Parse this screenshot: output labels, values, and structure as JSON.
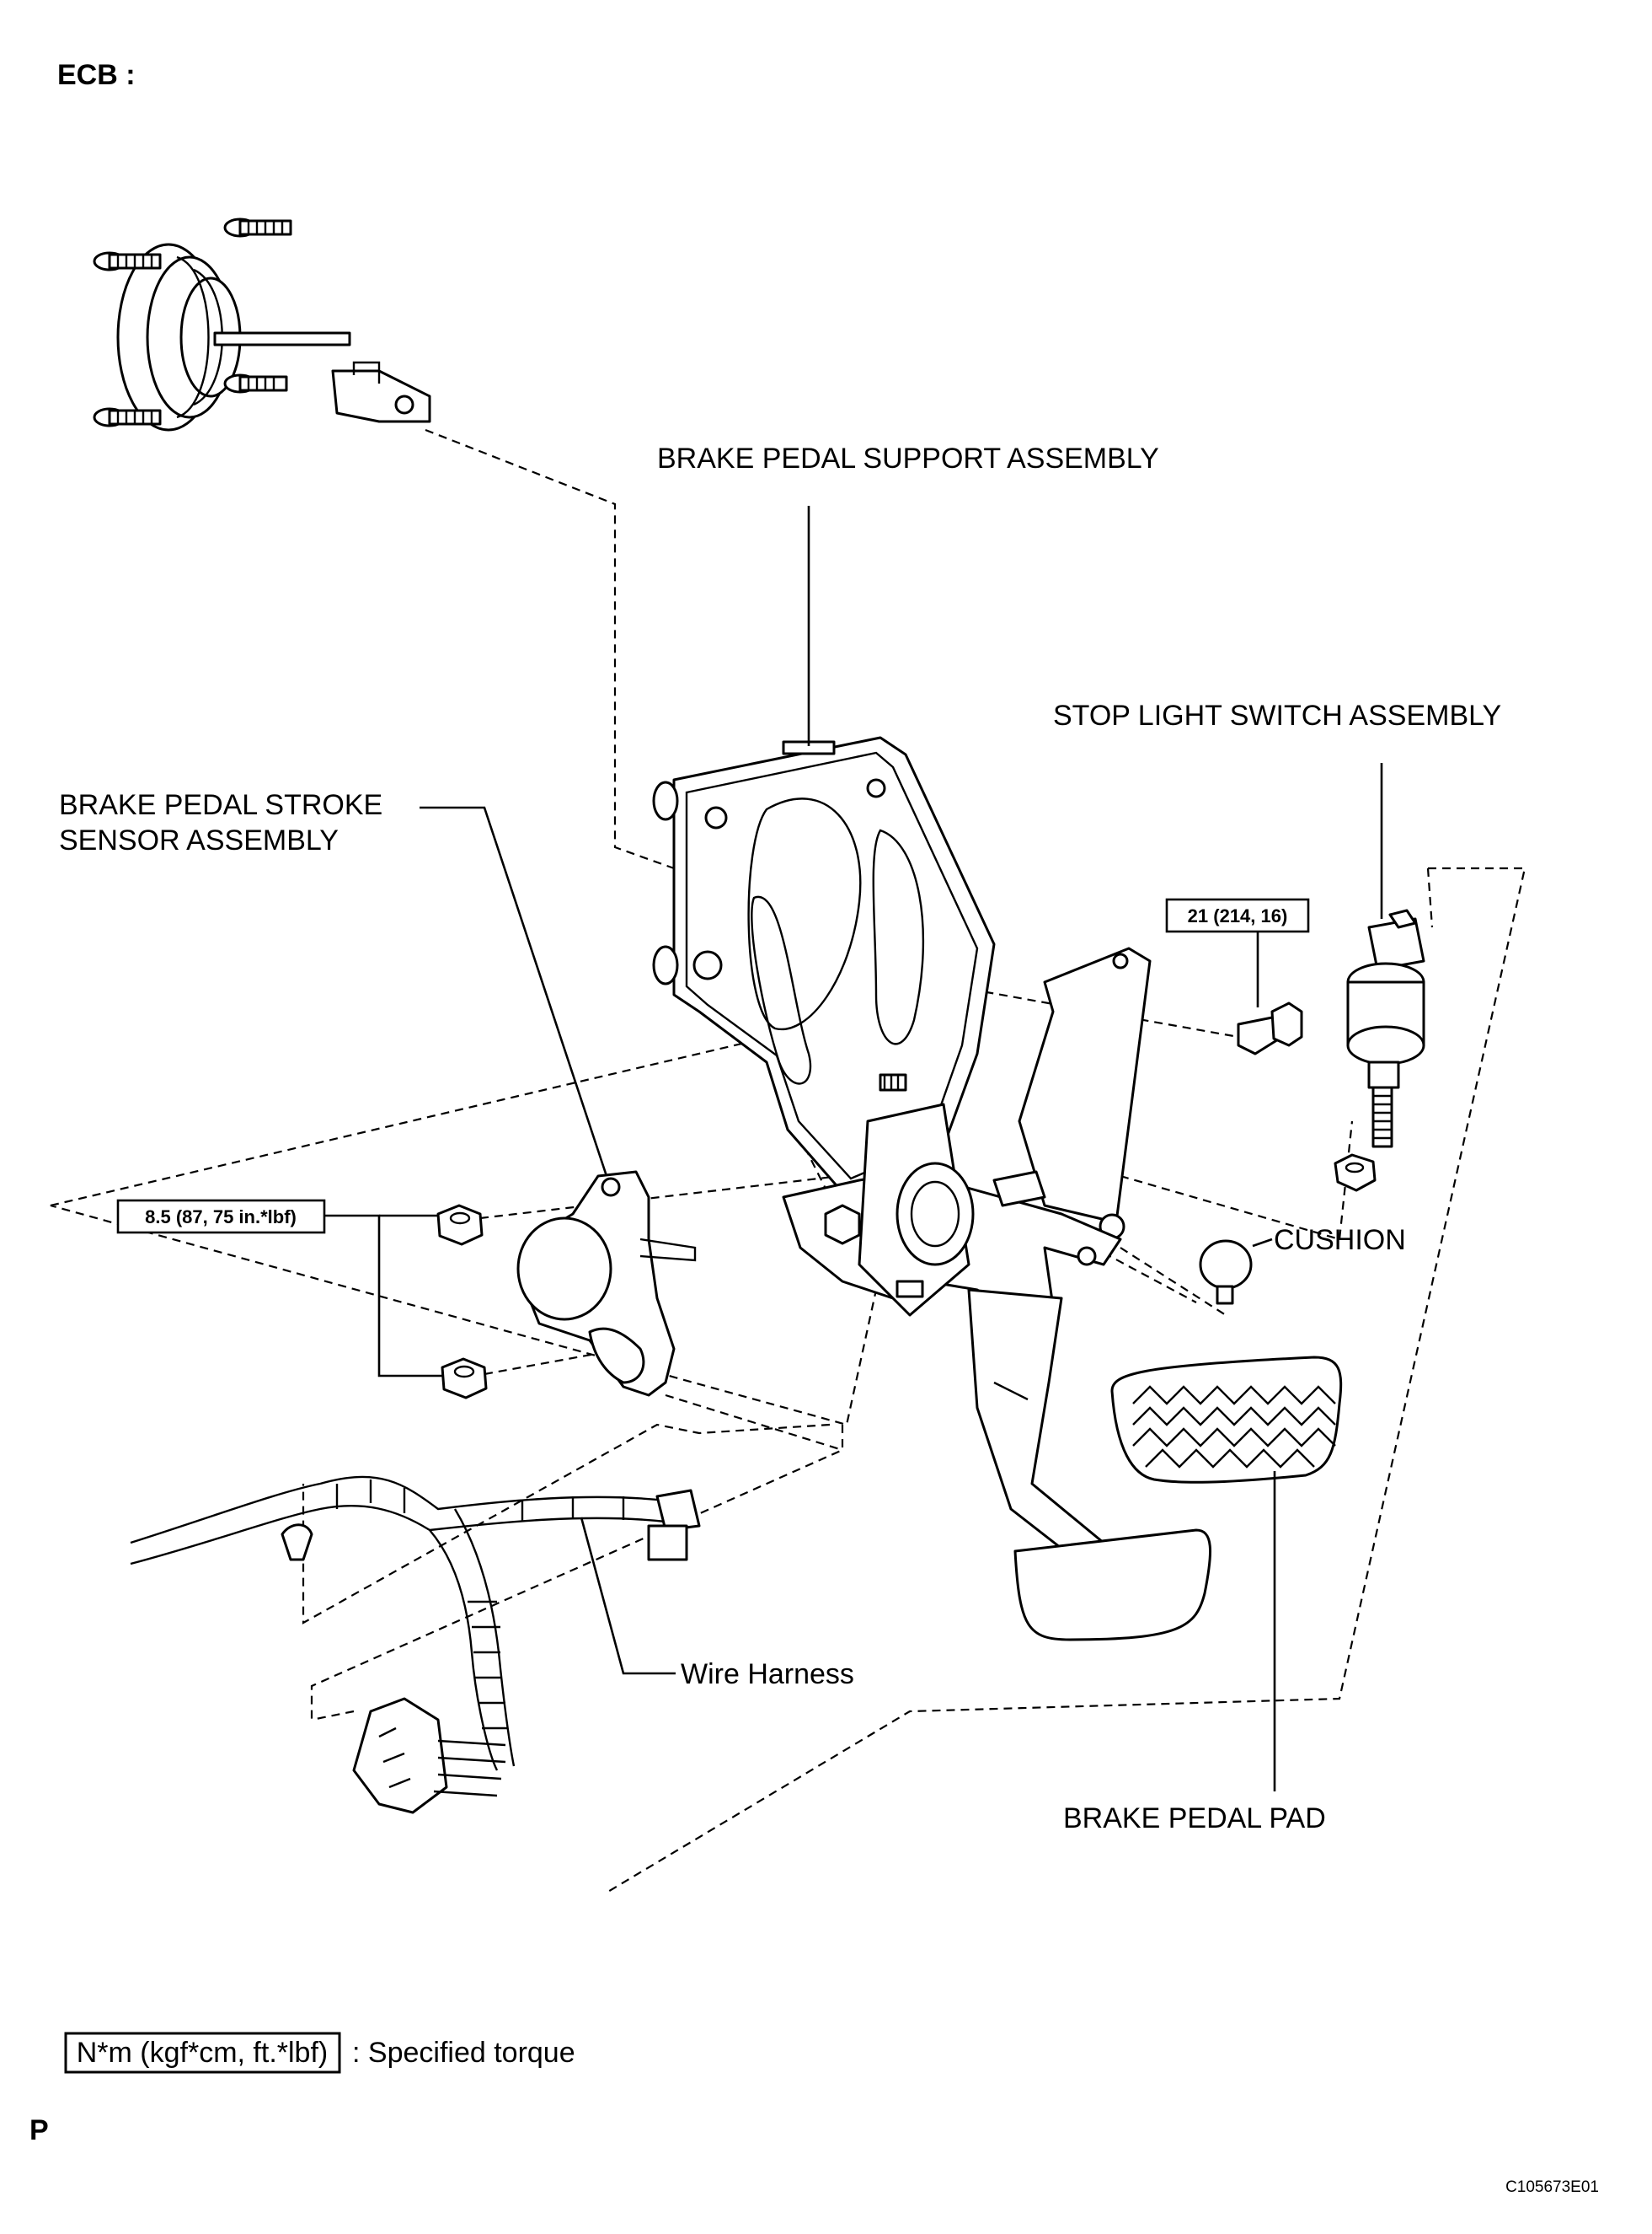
{
  "header": {
    "section": "ECB :"
  },
  "labels": {
    "brake_pedal_support": "BRAKE PEDAL SUPPORT ASSEMBLY",
    "stop_light_switch": "STOP LIGHT SWITCH ASSEMBLY",
    "stroke_sensor_line1": "BRAKE PEDAL STROKE",
    "stroke_sensor_line2": "SENSOR ASSEMBLY",
    "cushion": "CUSHION",
    "wire_harness": "Wire Harness",
    "brake_pedal_pad": "BRAKE PEDAL PAD"
  },
  "torques": {
    "support_bolt": "21 (214, 16)",
    "sensor_nuts": "8.5 (87, 75 in.*lbf)"
  },
  "legend": {
    "box_text": "N*m (kgf*cm, ft.*lbf)",
    "description": ": Specified torque"
  },
  "footer": {
    "page_mark": "P",
    "figure_code": "C105673E01"
  }
}
